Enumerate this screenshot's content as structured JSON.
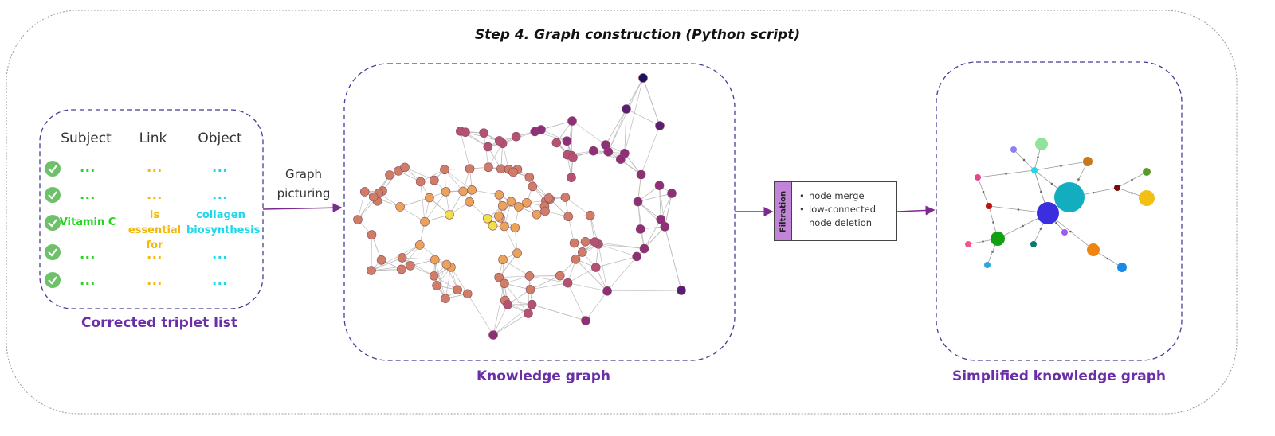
{
  "title": "Step 4. Graph construction (Python script)",
  "triplet_panel": {
    "headers": [
      "Subject",
      "Link",
      "Object"
    ],
    "rows": [
      {
        "subject": "...",
        "link": "...",
        "object": "..."
      },
      {
        "subject": "...",
        "link": "...",
        "object": "..."
      },
      {
        "subject": "Vitamin C",
        "link": "is essential for",
        "object": "collagen biosynthesis"
      },
      {
        "subject": "...",
        "link": "...",
        "object": "..."
      },
      {
        "subject": "...",
        "link": "...",
        "object": "..."
      }
    ],
    "caption": "Corrected triplet list"
  },
  "arrow1_label": "Graph picturing",
  "arrow1_label_lines": [
    "Graph",
    "picturing"
  ],
  "knowledge_graph": {
    "caption": "Knowledge graph"
  },
  "filtration": {
    "tab_label": "Filtration",
    "items": [
      "node merge",
      "low-connected node deletion"
    ],
    "item_lines": [
      "node merge",
      "low-connected",
      "node deletion"
    ],
    "bullet": "•"
  },
  "simplified_graph": {
    "caption": "Simplified knowledge graph"
  },
  "colors": {
    "subject": "#22d81e",
    "link": "#f0b90b",
    "object": "#1ed7ea",
    "caption": "#6a2fa8",
    "dashed_border": "#4a3c96",
    "arrow": "#7b2a8e",
    "check": "#6ec06a",
    "filtration_tab": "#c284d6"
  }
}
